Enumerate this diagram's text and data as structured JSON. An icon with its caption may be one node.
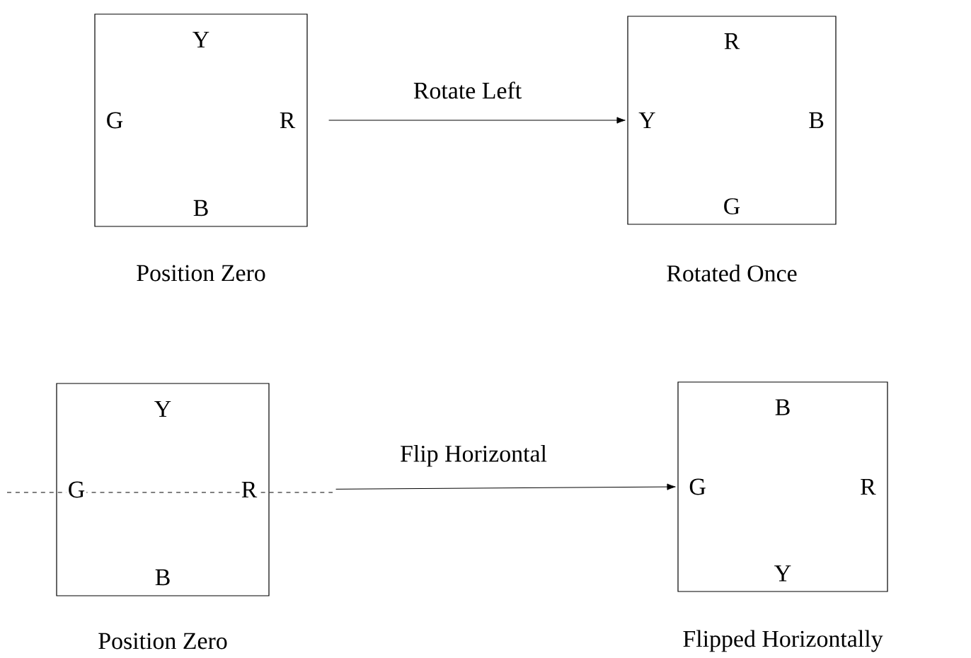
{
  "diagram": {
    "nodes": [
      {
        "text": [
          "Y",
          "G",
          "R",
          "B"
        ],
        "beside": [
          "Position Zero"
        ]
      },
      {
        "text": [
          "R",
          "Y",
          "B",
          "G"
        ],
        "beside": [
          "Rotated Once"
        ]
      },
      {
        "text": [
          "Y",
          "G",
          "R",
          "B"
        ],
        "beside": [
          "Position Zero"
        ]
      },
      {
        "text": [
          "B",
          "G",
          "R",
          "Y"
        ],
        "beside": [
          "Flipped Horizontally"
        ]
      }
    ],
    "edges": [
      {
        "from": 0,
        "to": 1,
        "arrow": "to",
        "label": "Rotate Left"
      },
      {
        "from": 2,
        "to": 3,
        "arrow": "to",
        "label": "Flip Horizontal"
      }
    ]
  }
}
